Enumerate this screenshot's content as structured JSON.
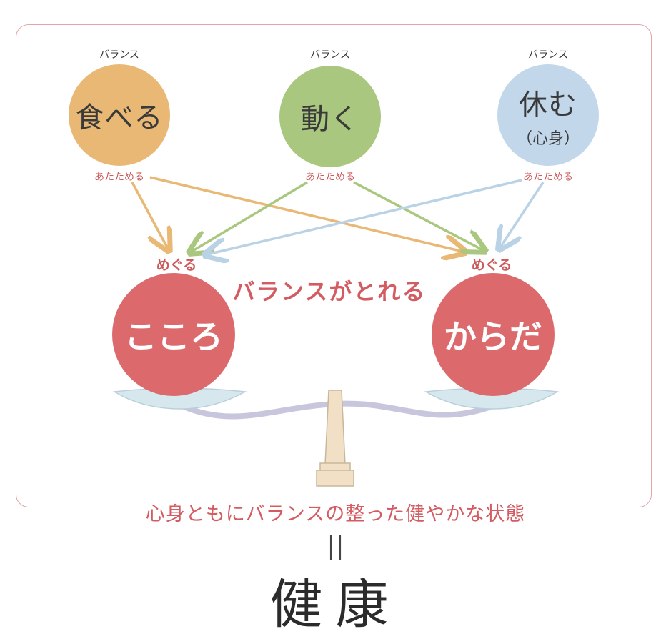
{
  "top_labels": {
    "balance": "バランス",
    "warm": "あたためる"
  },
  "circles": [
    {
      "main": "食べる",
      "sub": "",
      "color": "#e8b874"
    },
    {
      "main": "動く",
      "sub": "",
      "color": "#a9c77e"
    },
    {
      "main": "休む",
      "sub": "（心身）",
      "color": "#c2d7ea"
    }
  ],
  "meguru": "めぐる",
  "balance_text": "バランスがとれる",
  "mind": "こころ",
  "body": "からだ",
  "bottom_text": "心身ともにバランスの整った健やかな状態",
  "equals": "||",
  "health": "健康",
  "colors": {
    "arrow_food": "#e8b874",
    "arrow_move": "#a9c77e",
    "arrow_rest": "#b9d2e6",
    "accent": "#dc6a6c"
  }
}
